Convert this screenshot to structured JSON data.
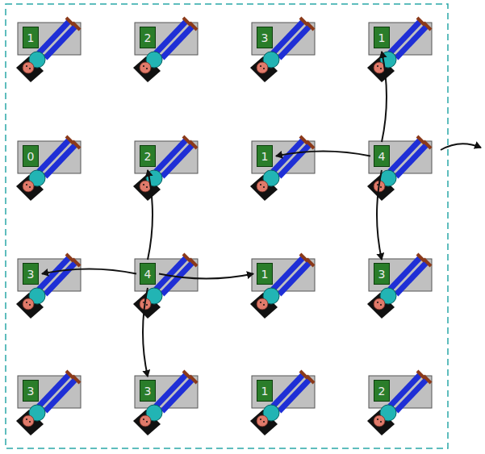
{
  "diagram": {
    "nodes": [
      {
        "text": [
          "1"
        ]
      },
      {
        "text": [
          "2"
        ]
      },
      {
        "text": [
          "3"
        ]
      },
      {
        "text": [
          "1"
        ]
      },
      {
        "text": [
          "0"
        ]
      },
      {
        "text": [
          "2"
        ]
      },
      {
        "text": [
          "1"
        ]
      },
      {
        "text": [
          "4"
        ]
      },
      {
        "text": [
          "3"
        ]
      },
      {
        "text": [
          "4"
        ]
      },
      {
        "text": [
          "1"
        ]
      },
      {
        "text": [
          "3"
        ]
      },
      {
        "text": [
          "3"
        ]
      },
      {
        "text": [
          "3"
        ]
      },
      {
        "text": [
          "1"
        ]
      },
      {
        "text": [
          "2"
        ]
      }
    ],
    "edges": [
      {
        "from": 7,
        "to": 3,
        "arrow": "to"
      },
      {
        "from": 7,
        "to": 6,
        "arrow": "to"
      },
      {
        "from": 7,
        "to": 11,
        "arrow": "to"
      },
      {
        "from": 9,
        "to": 5,
        "arrow": "to"
      },
      {
        "from": 9,
        "to": 8,
        "arrow": "to"
      },
      {
        "from": 9,
        "to": 10,
        "arrow": "to"
      },
      {
        "from": 9,
        "to": 13,
        "arrow": "to"
      }
    ]
  }
}
